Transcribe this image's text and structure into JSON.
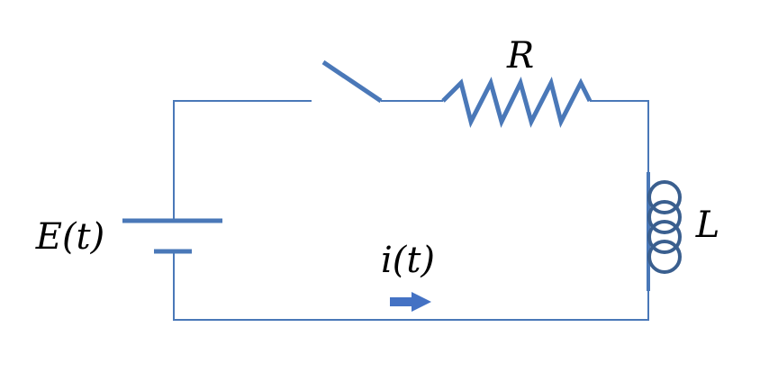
{
  "labels": {
    "resistor": "R",
    "source": "E(t)",
    "inductor": "L",
    "current": "i(t)"
  },
  "colors": {
    "wire": "#4a78b8",
    "inductor": "#3a5f8f",
    "arrow": "#4472c4"
  }
}
